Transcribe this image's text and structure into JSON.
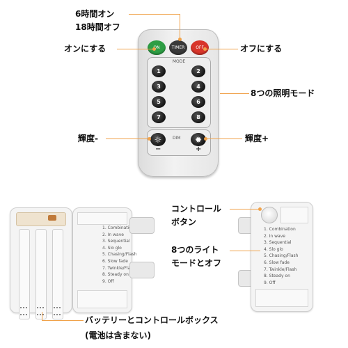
{
  "remote": {
    "top_buttons": [
      {
        "label": "ON",
        "color": "#2e9e44"
      },
      {
        "label": "TIMER",
        "color": "#3a3a3a"
      },
      {
        "label": "OFF",
        "color": "#d8352a"
      }
    ],
    "mode_title": "MODE",
    "mode_buttons": [
      "1",
      "2",
      "3",
      "4",
      "5",
      "6",
      "7",
      "8"
    ],
    "dim_label": "DIM",
    "dim_minus": "−",
    "dim_plus": "+"
  },
  "annotations": {
    "timer_line1": "6時間オン",
    "timer_line2": "18時間オフ",
    "on": "オンにする",
    "off": "オフにする",
    "modes": "8つの照明モード",
    "bright_down": "輝度-",
    "bright_up": "輝度+",
    "control_button_line1": "コントロール",
    "control_button_line2": "ボタン",
    "light_modes_line1": "8つのライト",
    "light_modes_line2": "モードとオフ",
    "box_line1": "バッテリーとコントロールボックス",
    "box_line2": "(電池は含まない)"
  },
  "box_effects": [
    "1. Combination",
    "2. In wave",
    "3. Sequential",
    "4. Slo glo",
    "5. Chasing/Flash",
    "6. Slow fade",
    "7. Twinkle/Flash",
    "8. Steady on",
    "9. Off"
  ],
  "box_effects_mirrored": [
    "1. Combination",
    "2. In wave",
    "3. Sequential",
    "4. Slo glo",
    "5. Chasing/Flash",
    "6. Slow fade",
    "7. Twinkle/Flash",
    "8. Steady on",
    "9. Off"
  ],
  "colors": {
    "accent_line": "#f0a24a"
  }
}
